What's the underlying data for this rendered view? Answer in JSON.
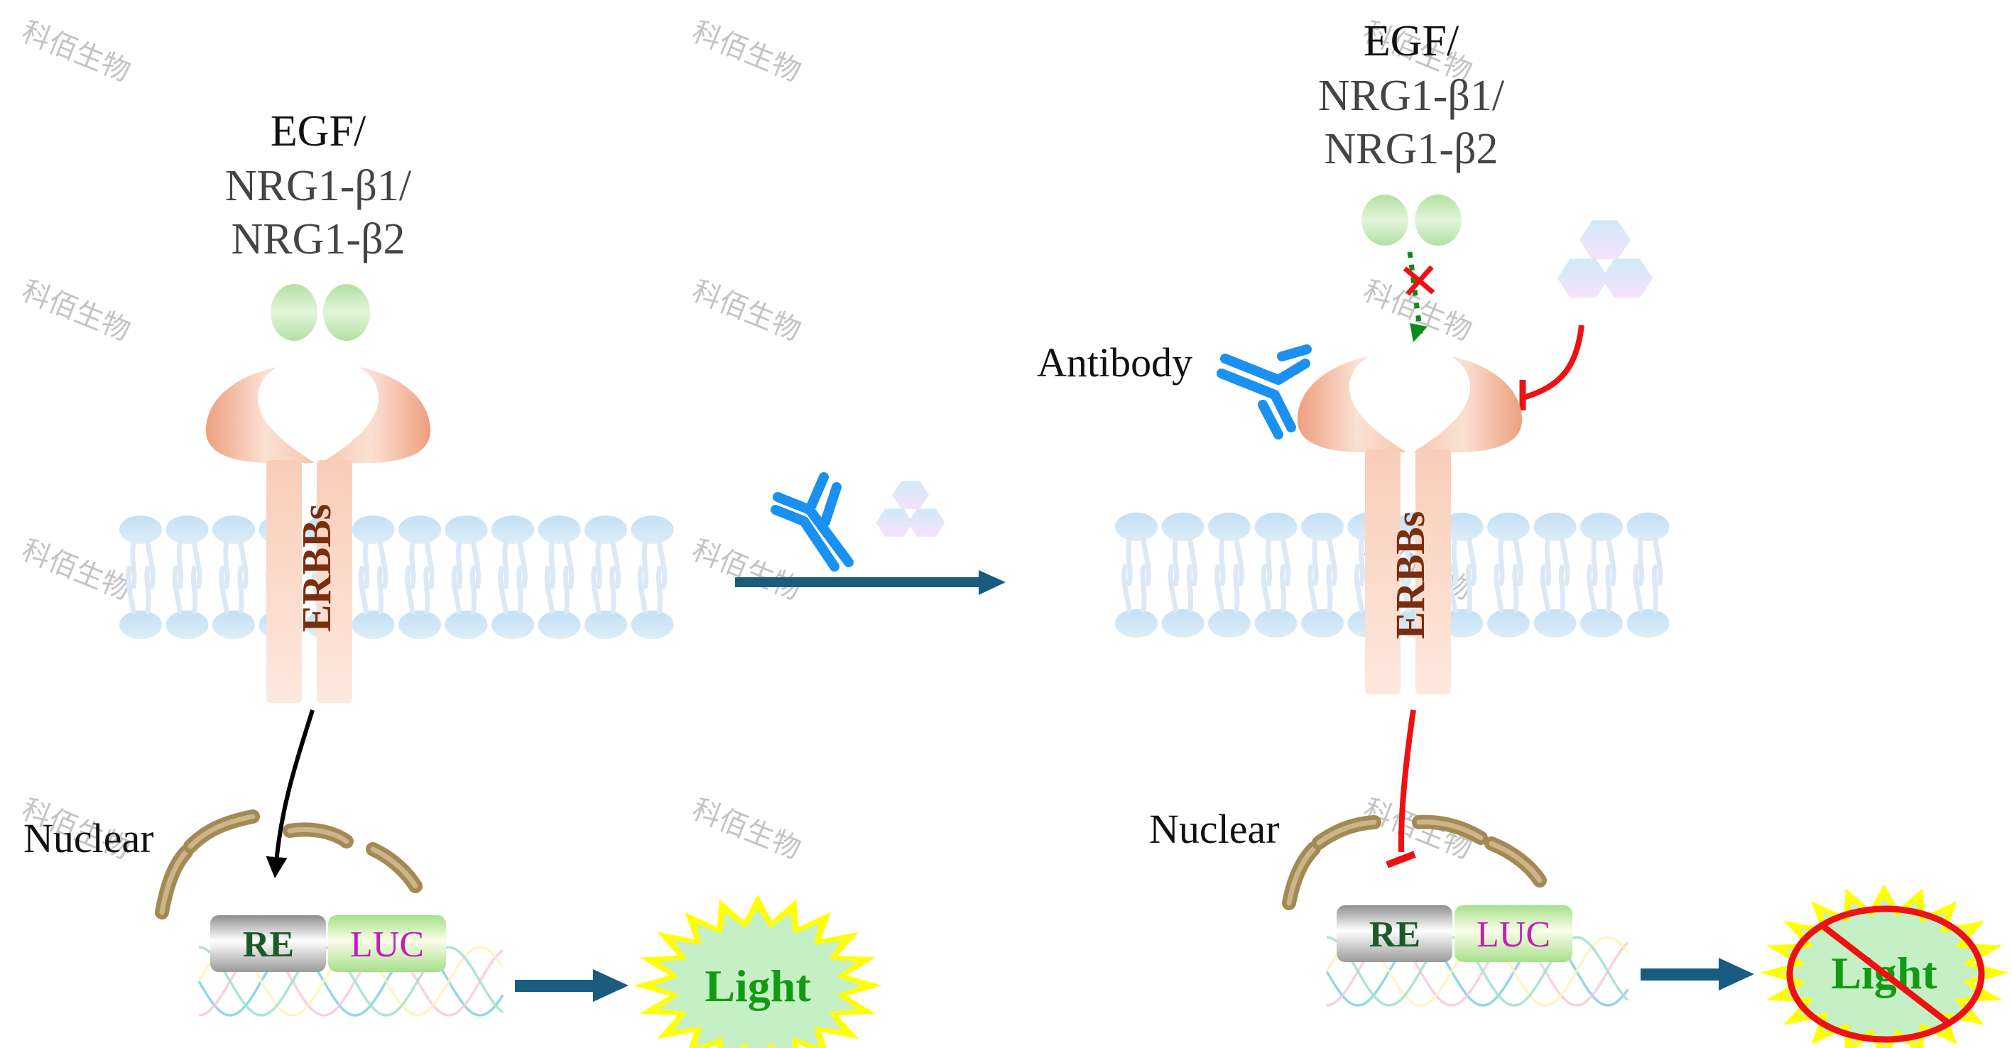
{
  "watermark": "科佰生物",
  "left_panel": {
    "ligand_label": [
      "EGF/",
      "NRG1-β1/",
      "NRG1-β2"
    ],
    "receptor_label": "ERBBs",
    "nucleus_label": "Nuclear",
    "reporter": {
      "element": "RE",
      "gene": "LUC"
    },
    "output_label": "Light",
    "signal_state": "activated"
  },
  "treatment": {
    "agents": [
      "antibody",
      "small-molecule inhibitor"
    ]
  },
  "right_panel": {
    "ligand_label": [
      "EGF/",
      "NRG1-β1/",
      "NRG1-β2"
    ],
    "receptor_label": "ERBBs",
    "antibody_label": "Antibody",
    "nucleus_label": "Nuclear",
    "reporter": {
      "element": "RE",
      "gene": "LUC"
    },
    "output_label": "Light",
    "signal_state": "blocked"
  },
  "colors": {
    "ligand": "#b5e3a5",
    "receptor": "#f7c4a8",
    "receptor_text": "#7a2e10",
    "membrane": "#cfe6f5",
    "antibody": "#1a90f0",
    "arrow_main": "#1a5c80",
    "inhibit": "#ee1111",
    "nucleus": "#a38a55",
    "re_text": "#1d5a2a",
    "luc_text": "#c020b8",
    "light_fill": "#c5f0c5",
    "light_star": "#ffff00",
    "light_text": "#129a12",
    "dotted_arrow": "#0f8a1a"
  }
}
